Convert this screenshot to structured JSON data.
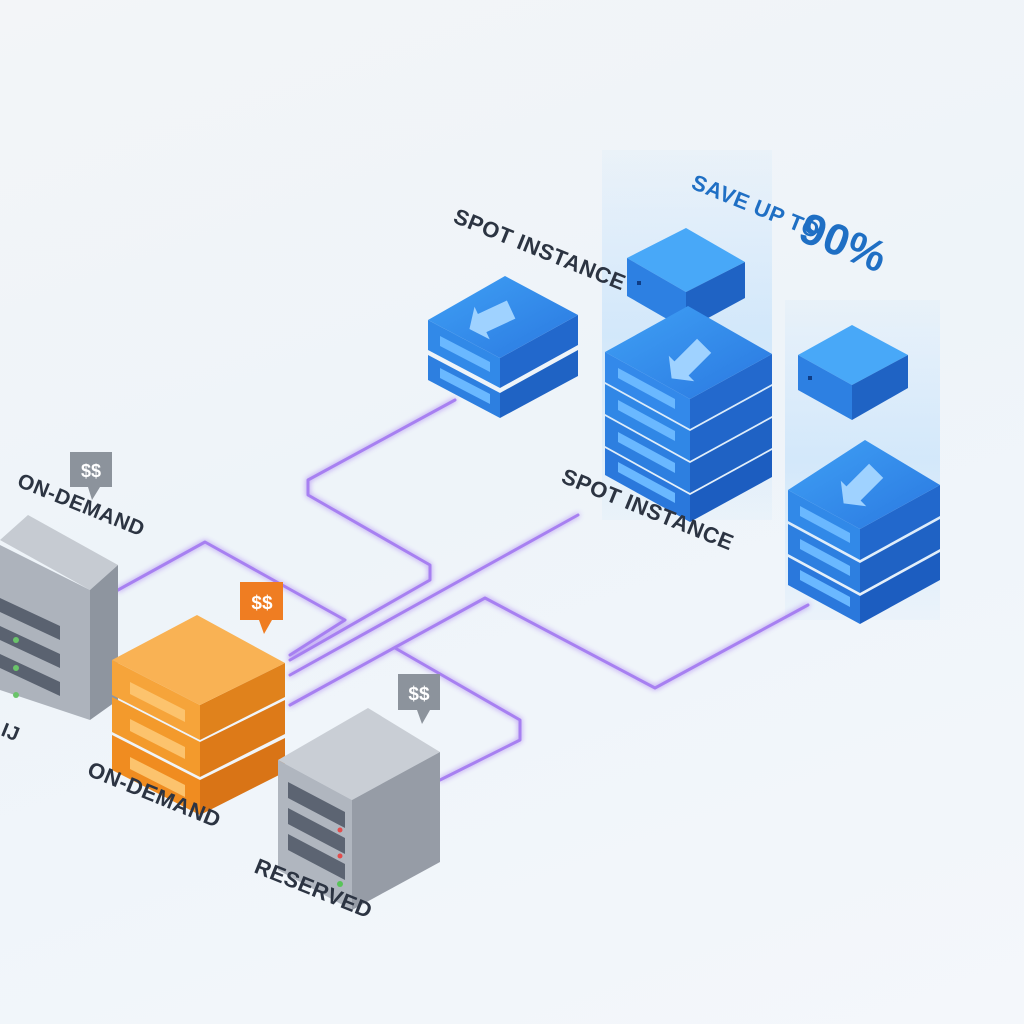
{
  "labels": {
    "spot_instance_top": "SPOT INSTANCE",
    "spot_instance_mid": "SPOT INSTANCE",
    "on_demand_left": "ON-DEMAND",
    "on_demand_center": "ON-DEMAND",
    "reserved": "RESERVED",
    "savings_prefix": "SAVE UP TO",
    "savings_value": "90%",
    "partial_left": "IJ"
  },
  "price_tags": {
    "on_demand_left": "$$",
    "on_demand_center": "$$",
    "reserved": "$$"
  },
  "colors": {
    "spot_blue": "#2f86e6",
    "on_demand_orange": "#f39a2c",
    "reserved_gray": "#a9afb8",
    "connector_purple": "#9b6cf0",
    "savings_text": "#1f6fc4",
    "tag_gray": "#8c939c",
    "tag_orange": "#ef7d22"
  },
  "icons": [
    "down-arrow-icon",
    "server-rack-icon",
    "price-tag-icon"
  ]
}
